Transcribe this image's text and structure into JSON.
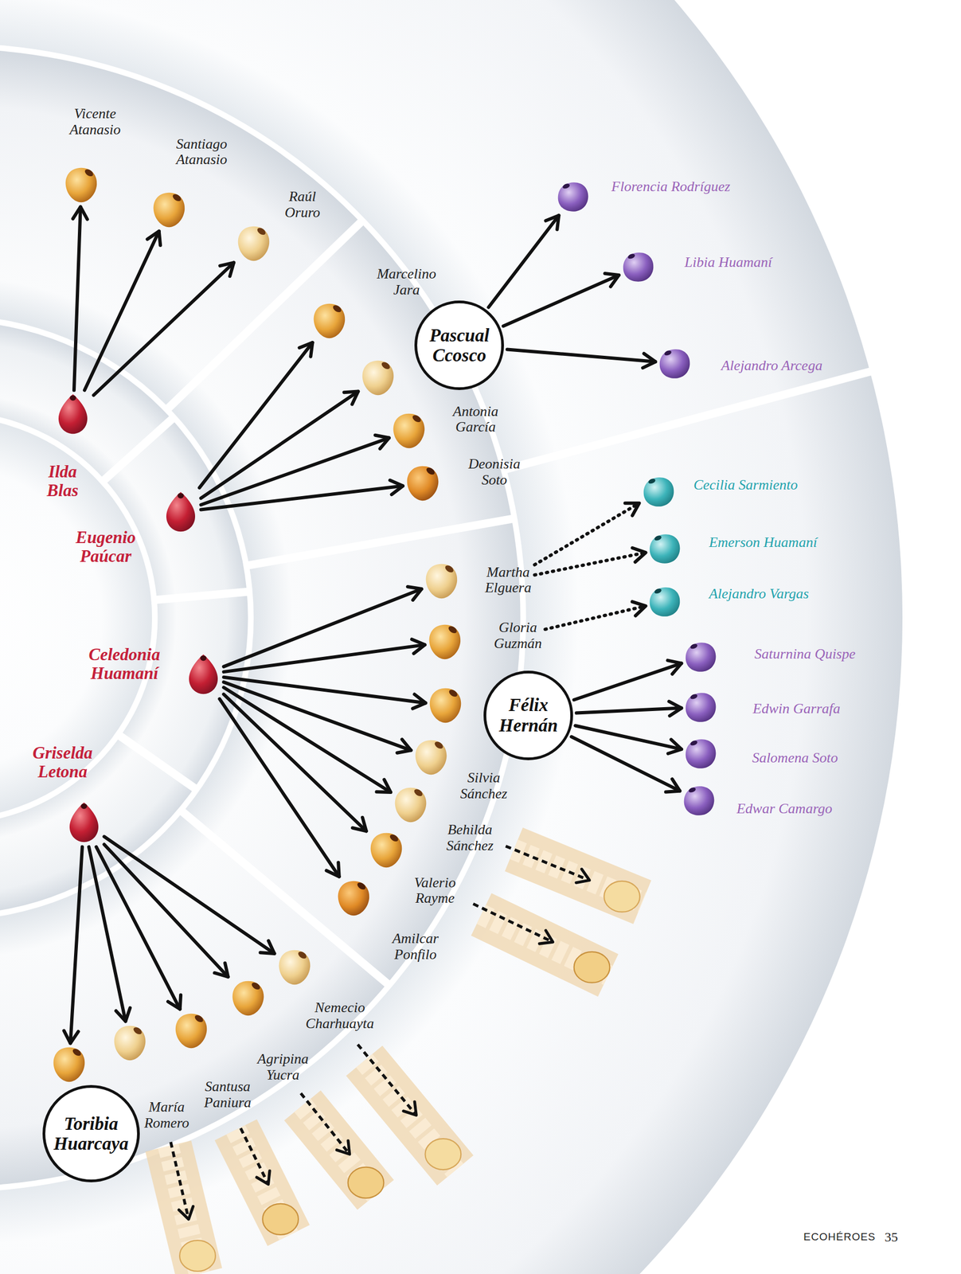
{
  "diagram": {
    "nodes": [
      {
        "text": [
          "Vicente Atanasio"
        ]
      },
      {
        "text": [
          "Santiago Atanasio"
        ]
      },
      {
        "text": [
          "Raúl Oruro"
        ]
      },
      {
        "text": [
          "Ilda Blas"
        ]
      },
      {
        "text": [
          "Eugenio Paúcar"
        ]
      },
      {
        "text": [
          "Marcelino Jara"
        ]
      },
      {
        "text": [
          "Pascual Ccosco"
        ]
      },
      {
        "text": [
          "Antonia García"
        ]
      },
      {
        "text": [
          "Deonisia Soto"
        ]
      },
      {
        "text": [
          "Florencia Rodríguez"
        ]
      },
      {
        "text": [
          "Libia Huamaní"
        ]
      },
      {
        "text": [
          "Alejandro Arcega"
        ]
      },
      {
        "text": [
          "Celedonia Huamaní"
        ]
      },
      {
        "text": [
          "Martha Elguera"
        ]
      },
      {
        "text": [
          "Gloria Guzmán"
        ]
      },
      {
        "text": [
          "Félix Hernán"
        ]
      },
      {
        "text": [
          "Silvia Sánchez"
        ]
      },
      {
        "text": [
          "Behilda Sánchez"
        ]
      },
      {
        "text": [
          "Valerio Rayme"
        ]
      },
      {
        "text": [
          "Amilcar Ponfilo"
        ]
      },
      {
        "text": [
          "Cecilia Sarmiento"
        ]
      },
      {
        "text": [
          "Emerson Huamaní"
        ]
      },
      {
        "text": [
          "Alejandro Vargas"
        ]
      },
      {
        "text": [
          "Saturnina Quispe"
        ]
      },
      {
        "text": [
          "Edwin Garrafa"
        ]
      },
      {
        "text": [
          "Salomena Soto"
        ]
      },
      {
        "text": [
          "Edwar Camargo"
        ]
      },
      {
        "text": [
          "Griselda Letona"
        ]
      },
      {
        "text": [
          "Toribia Huarcaya"
        ]
      },
      {
        "text": [
          "María Romero"
        ]
      },
      {
        "text": [
          "Santusa Paniura"
        ]
      },
      {
        "text": [
          "Agripina Yucra"
        ]
      },
      {
        "text": [
          "Nemecio Charhuayta"
        ]
      }
    ],
    "edges": [
      {
        "from": 3,
        "to": 0,
        "arrow": "to"
      },
      {
        "from": 3,
        "to": 1,
        "arrow": "to"
      },
      {
        "from": 3,
        "to": 2,
        "arrow": "to"
      },
      {
        "from": 4,
        "to": 5,
        "arrow": "to"
      },
      {
        "from": 4,
        "to": 6,
        "arrow": "to"
      },
      {
        "from": 4,
        "to": 7,
        "arrow": "to"
      },
      {
        "from": 4,
        "to": 8,
        "arrow": "to"
      },
      {
        "from": 6,
        "to": 9,
        "arrow": "to"
      },
      {
        "from": 6,
        "to": 10,
        "arrow": "to"
      },
      {
        "from": 6,
        "to": 11,
        "arrow": "to"
      },
      {
        "from": 12,
        "to": 13,
        "arrow": "to"
      },
      {
        "from": 12,
        "to": 14,
        "arrow": "to"
      },
      {
        "from": 12,
        "to": 15,
        "arrow": "to"
      },
      {
        "from": 12,
        "to": 16,
        "arrow": "to"
      },
      {
        "from": 12,
        "to": 17,
        "arrow": "to"
      },
      {
        "from": 12,
        "to": 18,
        "arrow": "to"
      },
      {
        "from": 12,
        "to": 19,
        "arrow": "to"
      },
      {
        "from": 13,
        "to": 20,
        "arrow": "to"
      },
      {
        "from": 13,
        "to": 21,
        "arrow": "to"
      },
      {
        "from": 14,
        "to": 22,
        "arrow": "to"
      },
      {
        "from": 15,
        "to": 23,
        "arrow": "to"
      },
      {
        "from": 15,
        "to": 24,
        "arrow": "to"
      },
      {
        "from": 15,
        "to": 25,
        "arrow": "to"
      },
      {
        "from": 15,
        "to": 26,
        "arrow": "to"
      },
      {
        "from": 27,
        "to": 28,
        "arrow": "to"
      },
      {
        "from": 27,
        "to": 29,
        "arrow": "to"
      },
      {
        "from": 27,
        "to": 30,
        "arrow": "to"
      },
      {
        "from": 27,
        "to": 31,
        "arrow": "to"
      },
      {
        "from": 27,
        "to": 32,
        "arrow": "to"
      }
    ],
    "labels": [
      "ECOHÉROES",
      "35"
    ]
  }
}
